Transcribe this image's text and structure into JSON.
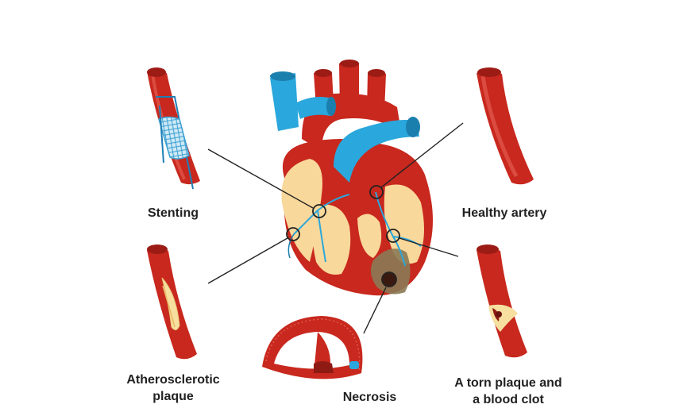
{
  "labels": {
    "stenting": "Stenting",
    "healthy_artery": "Healthy artery",
    "atherosclerotic_line1": "Atherosclerotic",
    "atherosclerotic_line2": "plaque",
    "necrosis": "Necrosis",
    "torn_plaque_line1": "A torn plaque and",
    "torn_plaque_line2": "a blood clot"
  },
  "colors": {
    "artery_red": "#c8281e",
    "artery_dark": "#8e1a14",
    "vein_blue": "#2aa7dc",
    "fat_yellow": "#f9d89b",
    "plaque": "#f6df9f",
    "necrotic": "#8a7a55",
    "stent_blue": "#bfe3f3",
    "callout_line": "#222222"
  }
}
